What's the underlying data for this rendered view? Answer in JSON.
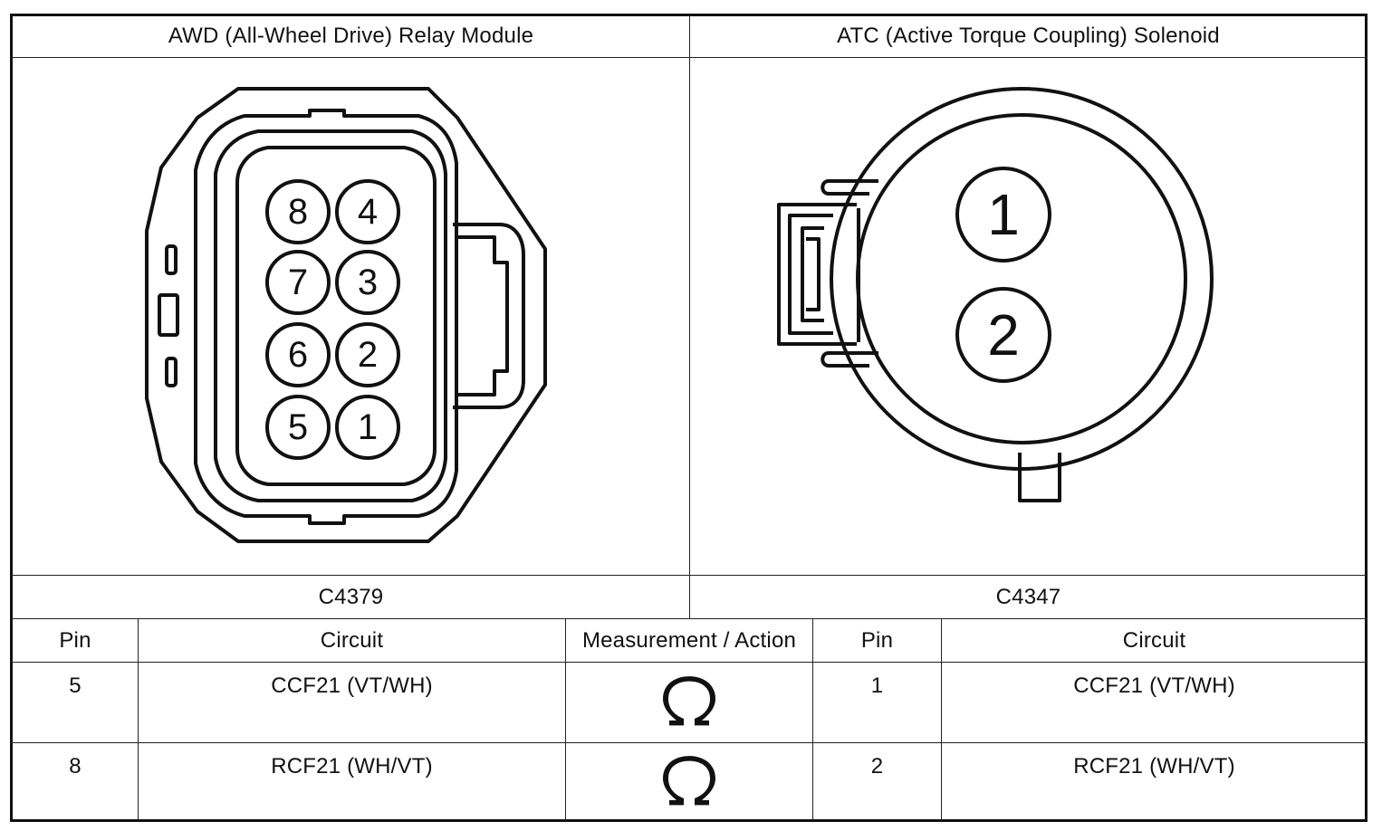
{
  "header": {
    "left_title": "AWD (All-Wheel Drive) Relay Module",
    "right_title": "ATC (Active Torque Coupling) Solenoid"
  },
  "connectors": {
    "left_id": "C4379",
    "right_id": "C4347",
    "left_pins": [
      "8",
      "4",
      "7",
      "3",
      "6",
      "2",
      "5",
      "1"
    ],
    "right_pins": [
      "1",
      "2"
    ]
  },
  "table": {
    "headers": [
      "Pin",
      "Circuit",
      "Measurement / Action",
      "Pin",
      "Circuit"
    ],
    "rows": [
      {
        "pin_a": "5",
        "circuit_a": "CCF21 (VT/WH)",
        "measure_icon": "ohm-icon",
        "pin_b": "1",
        "circuit_b": "CCF21 (VT/WH)"
      },
      {
        "pin_a": "8",
        "circuit_a": "RCF21 (WH/VT)",
        "measure_icon": "ohm-icon",
        "pin_b": "2",
        "circuit_b": "RCF21 (WH/VT)"
      }
    ]
  }
}
